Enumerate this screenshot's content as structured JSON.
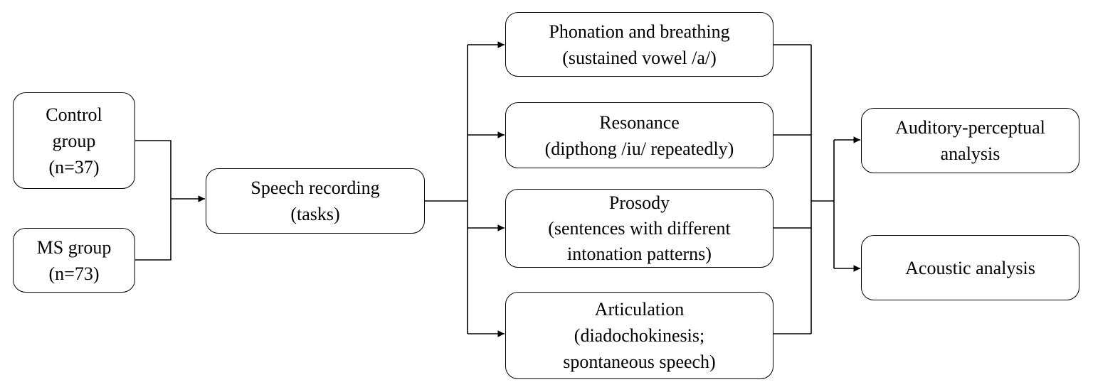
{
  "boxes": {
    "control": [
      "Control",
      "group",
      "(n=37)"
    ],
    "ms": [
      "MS group",
      "(n=73)"
    ],
    "speech": [
      "Speech recording",
      "(tasks)"
    ],
    "phonation": [
      "Phonation and breathing",
      "(sustained vowel /a/)"
    ],
    "resonance": [
      "Resonance",
      "(dipthong /iu/ repeatedly)"
    ],
    "prosody": [
      "Prosody",
      "(sentences with different",
      "intonation patterns)"
    ],
    "articulation": [
      "Articulation",
      "(diadochokinesis;",
      "spontaneous speech)"
    ],
    "auditory": [
      "Auditory-perceptual",
      "analysis"
    ],
    "acoustic": [
      "Acoustic analysis"
    ]
  }
}
